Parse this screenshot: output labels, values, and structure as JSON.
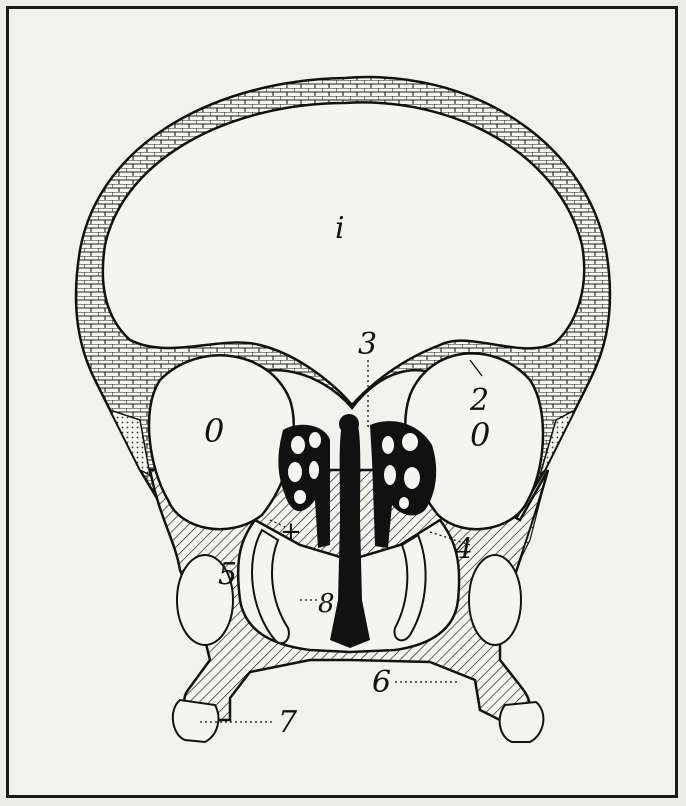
{
  "figure": {
    "labels": {
      "cranial_cavity": "i",
      "label_2": "2",
      "label_3": "3",
      "label_4": "4",
      "label_5": "5",
      "label_6": "6",
      "label_7": "7",
      "label_8": "8",
      "plus": "+",
      "orbit_left": "0",
      "orbit_right": "0"
    },
    "colors": {
      "ink": "#111111",
      "paper": "#f1f1ee",
      "bone_fill": "#d8d8d2"
    }
  }
}
